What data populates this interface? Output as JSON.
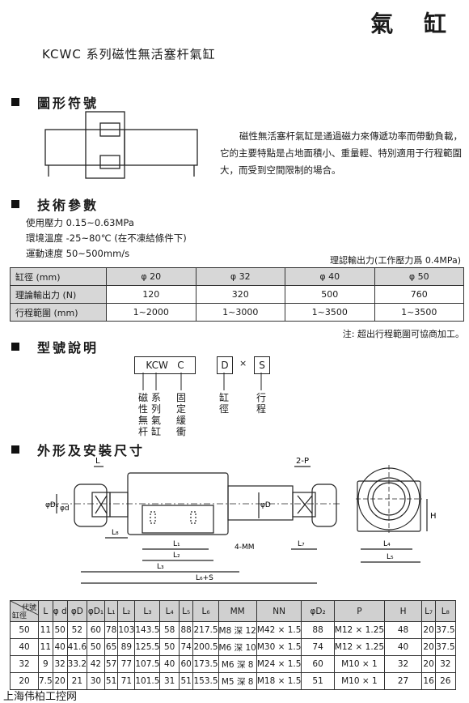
{
  "header": {
    "title": "氣 缸",
    "subtitle": "KCWC 系列磁性無活塞杆氣缸"
  },
  "sections": {
    "symbol": "圖形符號",
    "tech": "技術參數",
    "model": "型號說明",
    "dims": "外形及安裝尺寸"
  },
  "description": "磁性無活塞杆氣缸是通過磁力來傳遞功率而帶動負載，它的主要特點是占地面積小、重量輕、特別適用于行程範圍大，而受到空間限制的場合。",
  "params": [
    "使用壓力 0.15~0.63MPa",
    "環境溫度 -25~80℃ (在不凍結條件下)",
    "運動速度 50~500mm/s"
  ],
  "spec_note": "理認輸出力(工作壓力爲 0.4MPa)",
  "spec_table": {
    "headers": [
      "缸徑 (mm)",
      "φ 20",
      "φ 32",
      "φ 40",
      "φ 50"
    ],
    "rows": [
      [
        "理論輸出力 (N)",
        "120",
        "320",
        "500",
        "760"
      ],
      [
        "行程範圍 (mm)",
        "1~2000",
        "1~3000",
        "1~3500",
        "1~3500"
      ]
    ]
  },
  "stroke_note": "注: 超出行程範圍可協商加工。",
  "model_code": {
    "box1": "KCW   C",
    "box2": "D",
    "times": "×",
    "box3": "S",
    "labels": [
      "磁性無杆",
      "系列氣缸",
      "固定緩衝",
      "缸徑",
      "行程"
    ]
  },
  "drawing_labels": {
    "L": "L",
    "two_p": "2-P",
    "phi_d1": "φD₁",
    "phi_d": "φd",
    "phi_d_cap": "φD",
    "l8": "L₈",
    "l1": "L₁",
    "l2": "L₂",
    "l3": "L₃",
    "l6s": "L₆+S",
    "mm": "4-MM",
    "l7": "L₇",
    "h": "H",
    "l4": "L₄",
    "l5": "L₅"
  },
  "dims_table": {
    "corner_top": "代號",
    "corner_bottom": "缸徑",
    "headers": [
      "L",
      "φ d",
      "φD",
      "φD₁",
      "L₁",
      "L₂",
      "L₃",
      "L₄",
      "L₅",
      "L₆",
      "MM",
      "NN",
      "φD₂",
      "P",
      "H",
      "L₇",
      "L₈"
    ],
    "rows": [
      [
        "50",
        "11",
        "50",
        "52",
        "60",
        "78",
        "103",
        "143.5",
        "58",
        "88",
        "217.5",
        "M8 深 12",
        "M42 × 1.5",
        "88",
        "M12 × 1.25",
        "48",
        "20",
        "37.5"
      ],
      [
        "40",
        "11",
        "40",
        "41.6",
        "50",
        "65",
        "89",
        "125.5",
        "50",
        "74",
        "200.5",
        "M6 深 10",
        "M30 × 1.5",
        "74",
        "M12 × 1.25",
        "40",
        "20",
        "37.5"
      ],
      [
        "32",
        "9",
        "32",
        "33.2",
        "42",
        "57",
        "77",
        "107.5",
        "40",
        "60",
        "173.5",
        "M6 深 8",
        "M24 × 1.5",
        "60",
        "M10 × 1",
        "32",
        "20",
        "32"
      ],
      [
        "20",
        "7.5",
        "20",
        "21",
        "30",
        "51",
        "71",
        "101.5",
        "31",
        "51",
        "153.5",
        "M5 深 8",
        "M18 × 1.5",
        "51",
        "M10 × 1",
        "27",
        "16",
        "26"
      ]
    ]
  },
  "footer": "上海伟柏工控网"
}
